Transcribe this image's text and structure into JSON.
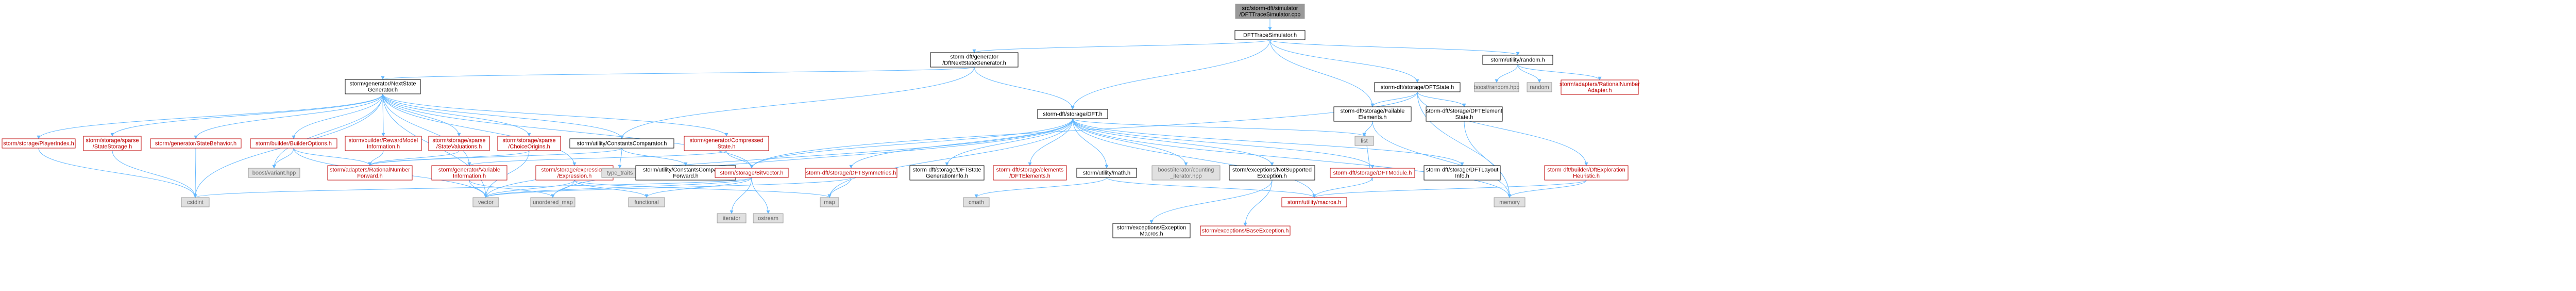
{
  "colors": {
    "edge": "#63b8ff",
    "node_fill": "#ffffff",
    "node_border_red": "#bf0000",
    "node_border_black": "#000000",
    "node_border_gray": "#999999",
    "root_fill": "#999999",
    "text_red": "#bf0000",
    "text_black": "#000000",
    "text_gray": "#666666",
    "ext_fill": "#e0e0e0"
  },
  "nodes": [
    {
      "id": "root",
      "lines": [
        "src/storm-dft/simulator",
        "/DFTTraceSimulator.cpp"
      ],
      "style": "root"
    },
    {
      "id": "tracesim",
      "lines": [
        "DFTTraceSimulator.h"
      ],
      "style": "black"
    },
    {
      "id": "nextstategen",
      "lines": [
        "storm-dft/generator",
        "/DftNextStateGenerator.h"
      ],
      "style": "black"
    },
    {
      "id": "random",
      "lines": [
        "storm/utility/random.h"
      ],
      "style": "black"
    },
    {
      "id": "dftstate",
      "lines": [
        "storm-dft/storage/DFTState.h"
      ],
      "style": "black"
    },
    {
      "id": "boostrandom",
      "lines": [
        "boost/random.hpp"
      ],
      "style": "ext"
    },
    {
      "id": "randomstd",
      "lines": [
        "random"
      ],
      "style": "ext"
    },
    {
      "id": "ratadapter1",
      "lines": [
        "storm/adapters/RationalNumber",
        "Adapter.h"
      ],
      "style": "red"
    },
    {
      "id": "nsg",
      "lines": [
        "storm/generator/NextState",
        "Generator.h"
      ],
      "style": "black"
    },
    {
      "id": "dfth",
      "lines": [
        "storm-dft/storage/DFT.h"
      ],
      "style": "black"
    },
    {
      "id": "failable",
      "lines": [
        "storm-dft/storage/Failable",
        "Elements.h"
      ],
      "style": "black"
    },
    {
      "id": "elemstate",
      "lines": [
        "storm-dft/storage/DFTElement",
        "State.h"
      ],
      "style": "black"
    },
    {
      "id": "playerindex",
      "lines": [
        "storm/storage/PlayerIndex.h"
      ],
      "style": "red"
    },
    {
      "id": "sparsestate",
      "lines": [
        "storm/storage/sparse",
        "/StateStorage.h"
      ],
      "style": "red"
    },
    {
      "id": "statebehavior",
      "lines": [
        "storm/generator/StateBehavior.h"
      ],
      "style": "red"
    },
    {
      "id": "builderoptions",
      "lines": [
        "storm/builder/BuilderOptions.h"
      ],
      "style": "red"
    },
    {
      "id": "rewardmodel",
      "lines": [
        "storm/builder/RewardModel",
        "Information.h"
      ],
      "style": "red"
    },
    {
      "id": "statevaluations",
      "lines": [
        "storm/storage/sparse",
        "/StateValuations.h"
      ],
      "style": "red"
    },
    {
      "id": "choiceorigins",
      "lines": [
        "storm/storage/sparse",
        "/ChoiceOrigins.h"
      ],
      "style": "red"
    },
    {
      "id": "constcomp",
      "lines": [
        "storm/utility/ConstantsComparator.h"
      ],
      "style": "black"
    },
    {
      "id": "compressedstate",
      "lines": [
        "storm/generator/Compressed",
        "State.h"
      ],
      "style": "red"
    },
    {
      "id": "boostvariant",
      "lines": [
        "boost/variant.hpp"
      ],
      "style": "ext"
    },
    {
      "id": "ratforward",
      "lines": [
        "storm/adapters/RationalNumber",
        "Forward.h"
      ],
      "style": "red"
    },
    {
      "id": "varinfo",
      "lines": [
        "storm/generator/Variable",
        "Information.h"
      ],
      "style": "red"
    },
    {
      "id": "expression",
      "lines": [
        "storm/storage/expressions",
        "/Expression.h"
      ],
      "style": "red"
    },
    {
      "id": "typetraits",
      "lines": [
        "type_traits"
      ],
      "style": "ext"
    },
    {
      "id": "constcompfwd",
      "lines": [
        "storm/utility/ConstantsComparator",
        "Forward.h"
      ],
      "style": "black"
    },
    {
      "id": "bitvector",
      "lines": [
        "storm/storage/BitVector.h"
      ],
      "style": "red"
    },
    {
      "id": "dftsymm",
      "lines": [
        "storm-dft/storage/DFTSymmetries.h"
      ],
      "style": "red"
    },
    {
      "id": "stategenerationinfo",
      "lines": [
        "storm-dft/storage/DFTState",
        "GenerationInfo.h"
      ],
      "style": "black"
    },
    {
      "id": "dftelements",
      "lines": [
        "storm-dft/storage/elements",
        "/DFTElements.h"
      ],
      "style": "red"
    },
    {
      "id": "mathh",
      "lines": [
        "storm/utility/math.h"
      ],
      "style": "black"
    },
    {
      "id": "countingiter",
      "lines": [
        "boost/iterator/counting",
        "_iterator.hpp"
      ],
      "style": "ext"
    },
    {
      "id": "notsupported",
      "lines": [
        "storm/exceptions/NotSupported",
        "Exception.h"
      ],
      "style": "black"
    },
    {
      "id": "dftmodule",
      "lines": [
        "storm-dft/storage/DFTModule.h"
      ],
      "style": "red"
    },
    {
      "id": "dftlayout",
      "lines": [
        "storm-dft/storage/DFTLayout",
        "Info.h"
      ],
      "style": "black"
    },
    {
      "id": "list",
      "lines": [
        "list"
      ],
      "style": "ext"
    },
    {
      "id": "dftexploration",
      "lines": [
        "storm-dft/builder/DftExploration",
        "Heuristic.h"
      ],
      "style": "red"
    },
    {
      "id": "cstdint",
      "lines": [
        "cstdint"
      ],
      "style": "ext"
    },
    {
      "id": "vector",
      "lines": [
        "vector"
      ],
      "style": "ext"
    },
    {
      "id": "unorderedmap",
      "lines": [
        "unordered_map"
      ],
      "style": "ext"
    },
    {
      "id": "functional",
      "lines": [
        "functional"
      ],
      "style": "ext"
    },
    {
      "id": "map",
      "lines": [
        "map"
      ],
      "style": "ext"
    },
    {
      "id": "iterator",
      "lines": [
        "iterator"
      ],
      "style": "ext"
    },
    {
      "id": "ostream",
      "lines": [
        "ostream"
      ],
      "style": "ext"
    },
    {
      "id": "cmath",
      "lines": [
        "cmath"
      ],
      "style": "ext"
    },
    {
      "id": "exceptionmacros",
      "lines": [
        "storm/exceptions/Exception",
        "Macros.h"
      ],
      "style": "black"
    },
    {
      "id": "baseexception",
      "lines": [
        "storm/exceptions/BaseException.h"
      ],
      "style": "red"
    },
    {
      "id": "macros",
      "lines": [
        "storm/utility/macros.h"
      ],
      "style": "red"
    },
    {
      "id": "memory",
      "lines": [
        "memory"
      ],
      "style": "ext"
    }
  ],
  "edges": [
    [
      "root",
      "tracesim"
    ],
    [
      "tracesim",
      "nextstategen"
    ],
    [
      "tracesim",
      "random"
    ],
    [
      "tracesim",
      "dftstate"
    ],
    [
      "tracesim",
      "dfth"
    ],
    [
      "tracesim",
      "failable"
    ],
    [
      "random",
      "boostrandom"
    ],
    [
      "random",
      "randomstd"
    ],
    [
      "random",
      "ratadapter1"
    ],
    [
      "nextstategen",
      "nsg"
    ],
    [
      "nextstategen",
      "dfth"
    ],
    [
      "nextstategen",
      "constcomp"
    ],
    [
      "dftstate",
      "failable"
    ],
    [
      "dftstate",
      "elemstate"
    ],
    [
      "dftstate",
      "dftexploration"
    ],
    [
      "dftstate",
      "bitvector"
    ],
    [
      "dftstate",
      "memory"
    ],
    [
      "nsg",
      "playerindex"
    ],
    [
      "nsg",
      "sparsestate"
    ],
    [
      "nsg",
      "statebehavior"
    ],
    [
      "nsg",
      "builderoptions"
    ],
    [
      "nsg",
      "rewardmodel"
    ],
    [
      "nsg",
      "statevaluations"
    ],
    [
      "nsg",
      "choiceorigins"
    ],
    [
      "nsg",
      "constcomp"
    ],
    [
      "nsg",
      "compressedstate"
    ],
    [
      "nsg",
      "boostvariant"
    ],
    [
      "nsg",
      "cstdint"
    ],
    [
      "nsg",
      "vector"
    ],
    [
      "nsg",
      "expression"
    ],
    [
      "nsg",
      "varinfo"
    ],
    [
      "nsg",
      "bitvector"
    ],
    [
      "playerindex",
      "cstdint"
    ],
    [
      "sparsestate",
      "cstdint"
    ],
    [
      "statebehavior",
      "cstdint"
    ],
    [
      "builderoptions",
      "boostvariant"
    ],
    [
      "builderoptions",
      "vector"
    ],
    [
      "builderoptions",
      "ratforward"
    ],
    [
      "rewardmodel",
      "ratforward"
    ],
    [
      "statevaluations",
      "ratforward"
    ],
    [
      "choiceorigins",
      "ratforward"
    ],
    [
      "choiceorigins",
      "vector"
    ],
    [
      "constcomp",
      "typetraits"
    ],
    [
      "constcomp",
      "constcompfwd"
    ],
    [
      "constcomp",
      "ratforward"
    ],
    [
      "compressedstate",
      "bitvector"
    ],
    [
      "compressedstate",
      "varinfo"
    ],
    [
      "varinfo",
      "vector"
    ],
    [
      "varinfo",
      "unorderedmap"
    ],
    [
      "expression",
      "vector"
    ],
    [
      "expression",
      "unorderedmap"
    ],
    [
      "expression",
      "functional"
    ],
    [
      "expression",
      "map"
    ],
    [
      "bitvector",
      "cstdint"
    ],
    [
      "bitvector",
      "iterator"
    ],
    [
      "bitvector",
      "ostream"
    ],
    [
      "bitvector",
      "vector"
    ],
    [
      "bitvector",
      "functional"
    ],
    [
      "dfth",
      "bitvector"
    ],
    [
      "dfth",
      "dftsymm"
    ],
    [
      "dfth",
      "stategenerationinfo"
    ],
    [
      "dfth",
      "dftelements"
    ],
    [
      "dfth",
      "mathh"
    ],
    [
      "dfth",
      "countingiter"
    ],
    [
      "dfth",
      "notsupported"
    ],
    [
      "dfth",
      "dftmodule"
    ],
    [
      "dfth",
      "dftlayout"
    ],
    [
      "dfth",
      "list"
    ],
    [
      "dfth",
      "map"
    ],
    [
      "dfth",
      "vector"
    ],
    [
      "dfth",
      "memory"
    ],
    [
      "dfth",
      "unorderedmap"
    ],
    [
      "dfth",
      "macros"
    ],
    [
      "dftsymm",
      "map"
    ],
    [
      "dftsymm",
      "vector"
    ],
    [
      "mathh",
      "cmath"
    ],
    [
      "mathh",
      "macros"
    ],
    [
      "notsupported",
      "exceptionmacros"
    ],
    [
      "notsupported",
      "baseexception"
    ],
    [
      "dftmodule",
      "macros"
    ],
    [
      "dftmodule",
      "list"
    ],
    [
      "failable",
      "list"
    ],
    [
      "failable",
      "memory"
    ],
    [
      "elemstate",
      "memory"
    ],
    [
      "dftexploration",
      "macros"
    ],
    [
      "dftexploration",
      "memory"
    ]
  ]
}
